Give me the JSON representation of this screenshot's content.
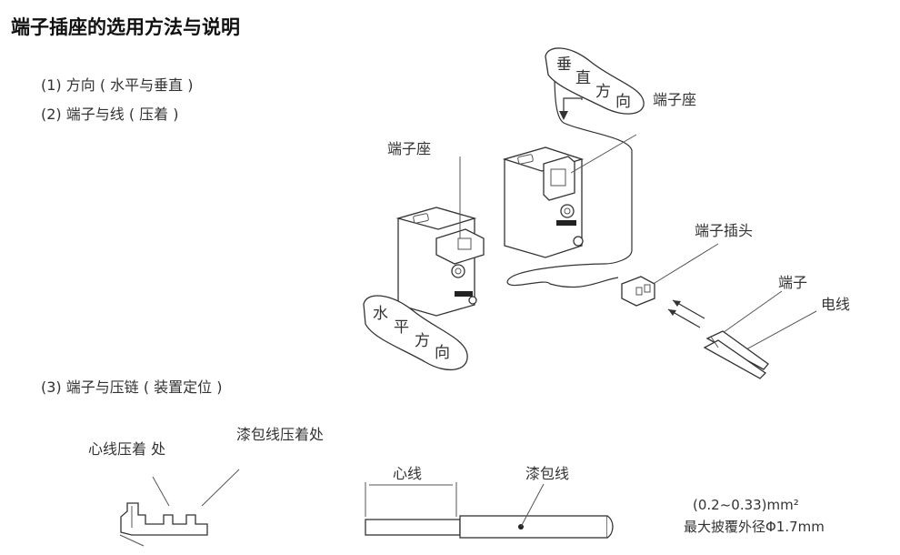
{
  "title": "端子插座的选用方法与说明",
  "items": {
    "item1": "(1) 方向 ( 水平与垂直 )",
    "item2": "(2) 端子与线 ( 压着 )",
    "item3": "(3) 端子与压链 ( 装置定位 )"
  },
  "labels": {
    "socket_horizontal": "端子座",
    "socket_vertical": "端子座",
    "plug": "端子插头",
    "terminal": "端子",
    "wire": "电线",
    "core_crimp": "心线压着 处",
    "enamel_crimp": "漆包线压着处",
    "core_wire": "心线",
    "enamel_wire": "漆包线"
  },
  "badges": {
    "vertical": [
      "垂",
      "直",
      "方",
      "向"
    ],
    "horizontal": [
      "水",
      "平",
      "方",
      "向"
    ]
  },
  "spec": {
    "range": "(0.2~0.33)mm²",
    "diameter": "最大披覆外径Φ1.7mm"
  }
}
